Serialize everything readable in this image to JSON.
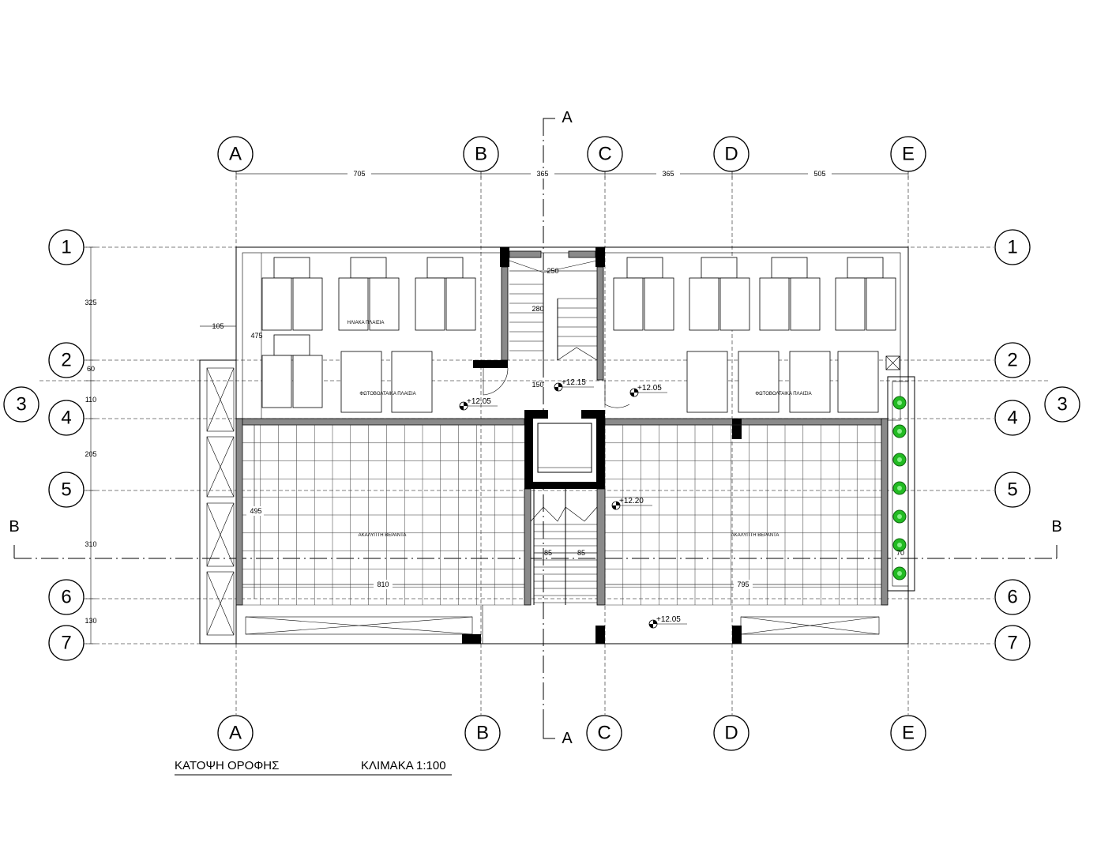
{
  "drawing": {
    "title": "ΚΑΤΟΨΗ ΟΡΟΦΗΣ",
    "scale": "ΚΛΙΜΑΚΑ 1:100"
  },
  "grid": {
    "columns": [
      "A",
      "B",
      "C",
      "D",
      "E"
    ],
    "rows": [
      "1",
      "2",
      "3",
      "4",
      "5",
      "6",
      "7"
    ]
  },
  "sections": {
    "vertical": "A",
    "horizontal": "B"
  },
  "dimensions": {
    "top": [
      "705",
      "365",
      "365",
      "505"
    ],
    "left": [
      "325",
      "60",
      "110",
      "205",
      "310",
      "130"
    ],
    "misc": {
      "stair_width": "250",
      "stair_run": "280",
      "landing": "150",
      "ledge": "105",
      "panel_depth": "475",
      "terrace_depth": "495",
      "flight_left": "85",
      "flight_right": "85",
      "terrace_left": "810",
      "terrace_right": "795",
      "planter": "70"
    }
  },
  "labels": {
    "solar_panels": "ΗΛΙΑΚΑ ΠΛΑΙΣΙΑ",
    "pv_left": "ΦΩΤΟΒΟΛΤΑΙΚΑ ΠΛΑΙΣΙΑ",
    "pv_right": "ΦΩΤΟΒΟΛΤΑΙΚΑ ΠΛΑΙΣΙΑ",
    "terrace_left": "ΑΚΑΛΥΠΤΗ ΒΕΡΑΝΤΑ",
    "terrace_right": "ΑΚΑΛΥΠΤΗ ΒΕΡΑΝΤΑ"
  },
  "levels": {
    "stair": "+12.15",
    "left": "+12.05",
    "right": "+12.05",
    "terrace": "+12.20",
    "bottom": "+12.05"
  },
  "colors": {
    "line": "#000000",
    "wall": "#8a8a8a",
    "plant": "#22bb22"
  }
}
